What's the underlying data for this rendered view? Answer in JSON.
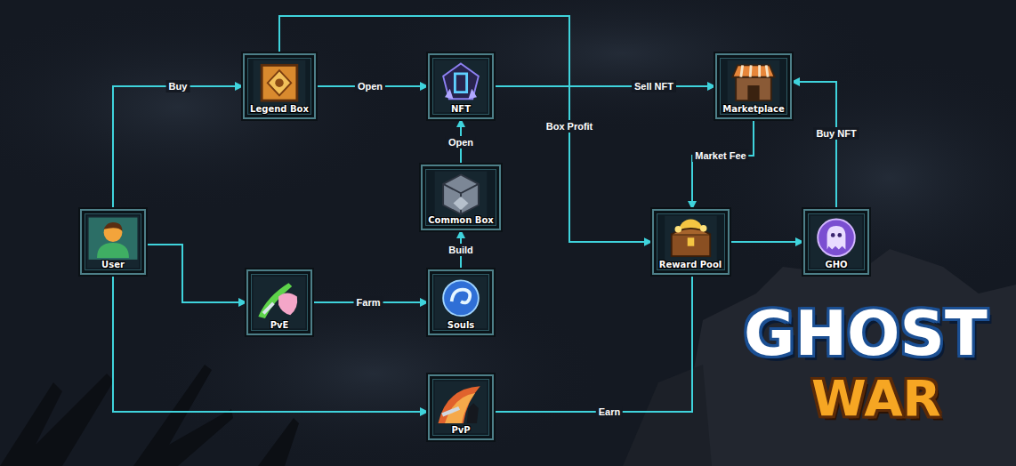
{
  "diagram": {
    "nodes": [
      {
        "text": [
          "Legend Box"
        ]
      },
      {
        "text": [
          "NFT"
        ]
      },
      {
        "text": [
          "Marketplace"
        ]
      },
      {
        "text": [
          "Common Box"
        ]
      },
      {
        "text": [
          "User"
        ]
      },
      {
        "text": [
          "Reward Pool"
        ]
      },
      {
        "text": [
          "GHO"
        ]
      },
      {
        "text": [
          "PvE"
        ]
      },
      {
        "text": [
          "Souls"
        ]
      },
      {
        "text": [
          "PvP"
        ]
      }
    ],
    "edges": [
      {
        "from": 4,
        "to": 0,
        "arrow": "to",
        "label": "Buy"
      },
      {
        "from": 0,
        "to": 1,
        "arrow": "to",
        "label": "Open"
      },
      {
        "from": 1,
        "to": 2,
        "arrow": "to",
        "label": "Sell NFT"
      },
      {
        "from": 0,
        "to": 5,
        "arrow": "to",
        "label": "Box Profit"
      },
      {
        "from": 3,
        "to": 1,
        "arrow": "to",
        "label": "Open"
      },
      {
        "from": 8,
        "to": 3,
        "arrow": "to",
        "label": "Build"
      },
      {
        "from": 7,
        "to": 8,
        "arrow": "to",
        "label": "Farm"
      },
      {
        "from": 4,
        "to": 7,
        "arrow": "to"
      },
      {
        "from": 4,
        "to": 9,
        "arrow": "to"
      },
      {
        "from": 9,
        "to": 5,
        "arrow": "none",
        "label": "Earn"
      },
      {
        "from": 2,
        "to": 5,
        "arrow": "to",
        "label": "Market Fee"
      },
      {
        "from": 5,
        "to": 6,
        "arrow": "to"
      },
      {
        "from": 6,
        "to": 2,
        "arrow": "to",
        "label": "Buy NFT"
      }
    ],
    "labels": [
      "GHOST",
      "WAR"
    ]
  }
}
